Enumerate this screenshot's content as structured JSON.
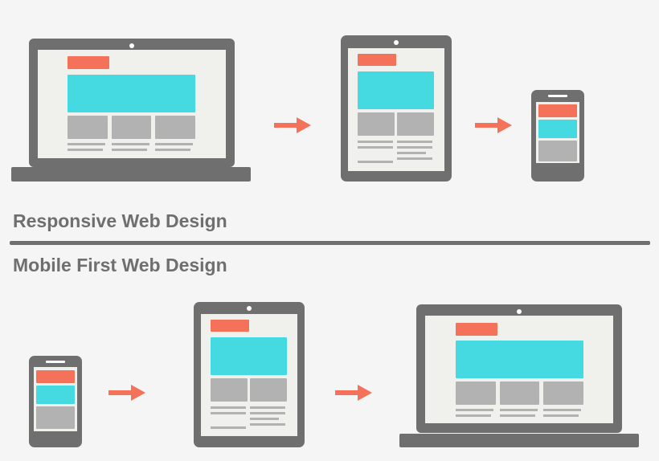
{
  "labels": {
    "responsive": "Responsive Web Design",
    "mobile_first": "Mobile First Web Design"
  },
  "rows": [
    {
      "name": "responsive",
      "sequence": [
        "laptop",
        "tablet",
        "phone"
      ]
    },
    {
      "name": "mobile-first",
      "sequence": [
        "phone",
        "tablet",
        "laptop"
      ]
    }
  ],
  "colors": {
    "background": "#f5f5f5",
    "device_frame": "#6f6f6f",
    "screen": "#f0f0ec",
    "header_block": "#f4725a",
    "hero_block": "#45d9e2",
    "content_block": "#b2b2b2",
    "text_line": "#b2b2b2",
    "arrow": "#f4725a",
    "divider": "#6f6f6f"
  },
  "icons": [
    "laptop-icon",
    "tablet-icon",
    "phone-icon",
    "arrow-right-icon"
  ]
}
